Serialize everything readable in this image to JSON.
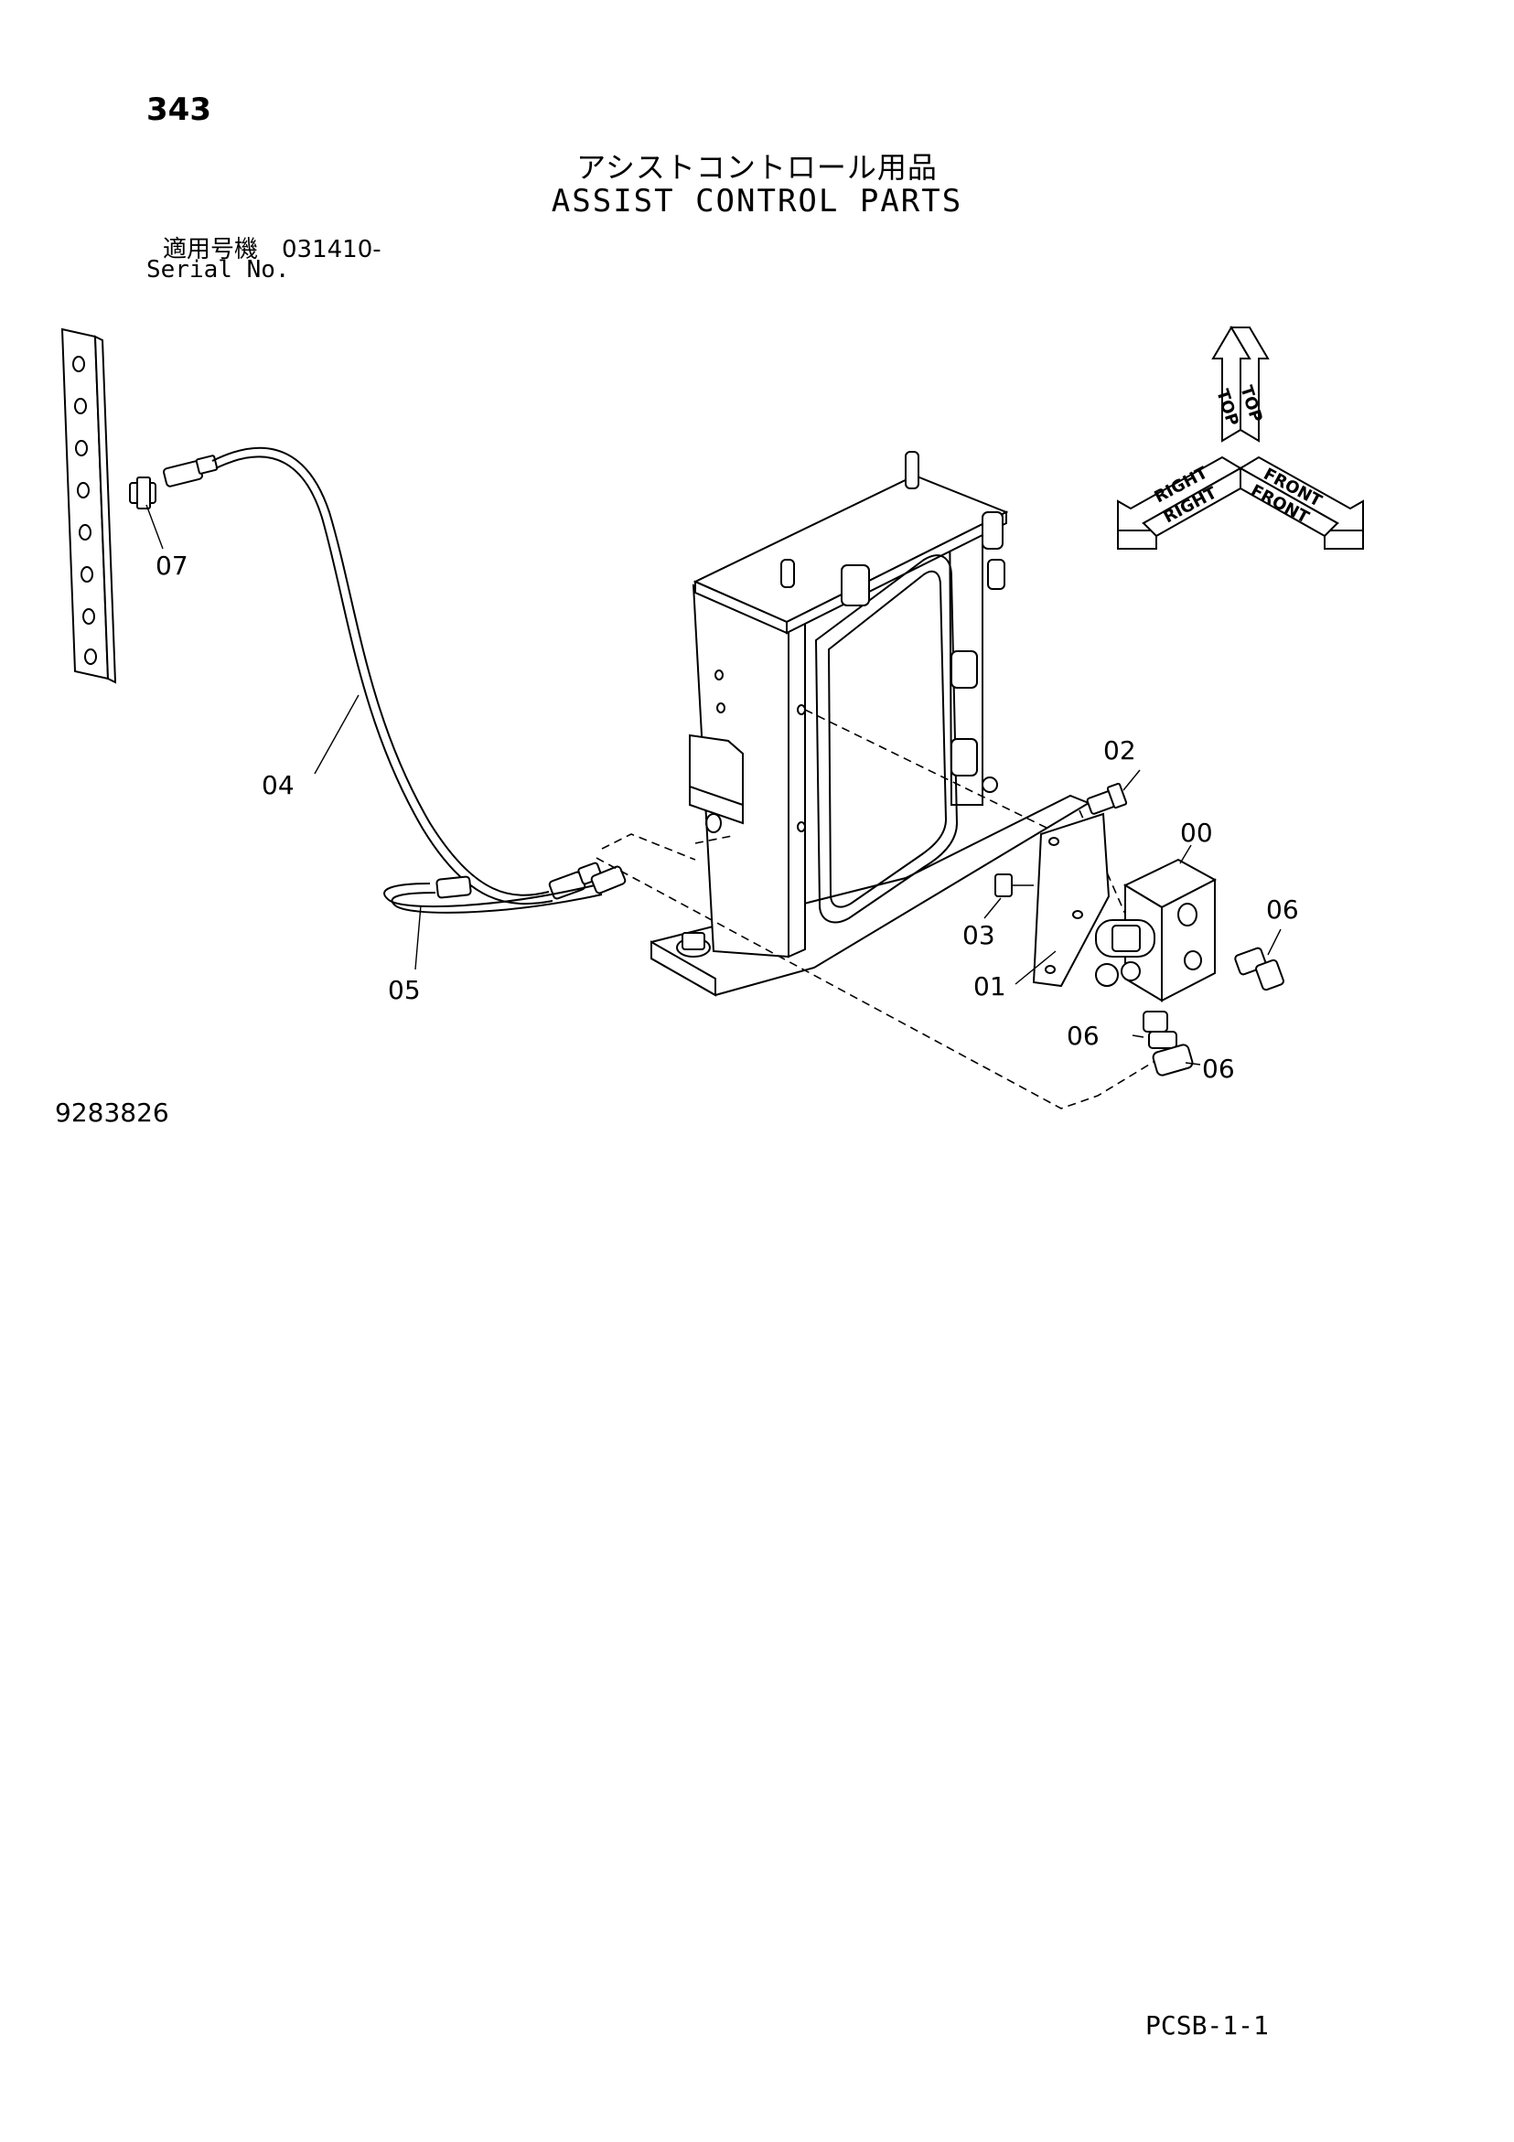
{
  "header": {
    "page_number": "343",
    "title_jp": "アシストコントロール用品",
    "title_en": "ASSIST CONTROL PARTS",
    "serial_jp": "適用号機　031410-",
    "serial_en": "Serial No."
  },
  "footer": {
    "drawing_number": "9283826",
    "sheet_code": "PCSB-1-1"
  },
  "orientation": {
    "top_1": "TOP",
    "top_2": "TOP",
    "right_1": "RIGHT",
    "right_2": "RIGHT",
    "front_1": "FRONT",
    "front_2": "FRONT"
  },
  "callouts": {
    "c07": "07",
    "c04": "04",
    "c05": "05",
    "c02": "02",
    "c00": "00",
    "c03": "03",
    "c01": "01",
    "c06a": "06",
    "c06b": "06",
    "c06c": "06"
  }
}
